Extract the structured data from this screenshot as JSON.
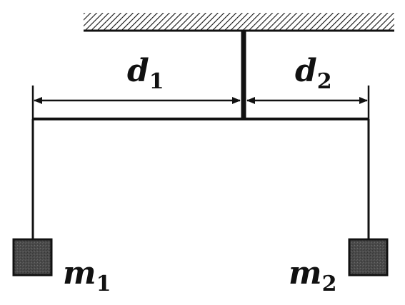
{
  "labels": {
    "d1": {
      "main": "d",
      "sub": "1"
    },
    "d2": {
      "main": "d",
      "sub": "2"
    },
    "m1": {
      "main": "m",
      "sub": "1"
    },
    "m2": {
      "main": "m",
      "sub": "2"
    }
  },
  "colors": {
    "ink": "#111111",
    "mass_fill": "#4a4a4a",
    "background": "#ffffff"
  }
}
